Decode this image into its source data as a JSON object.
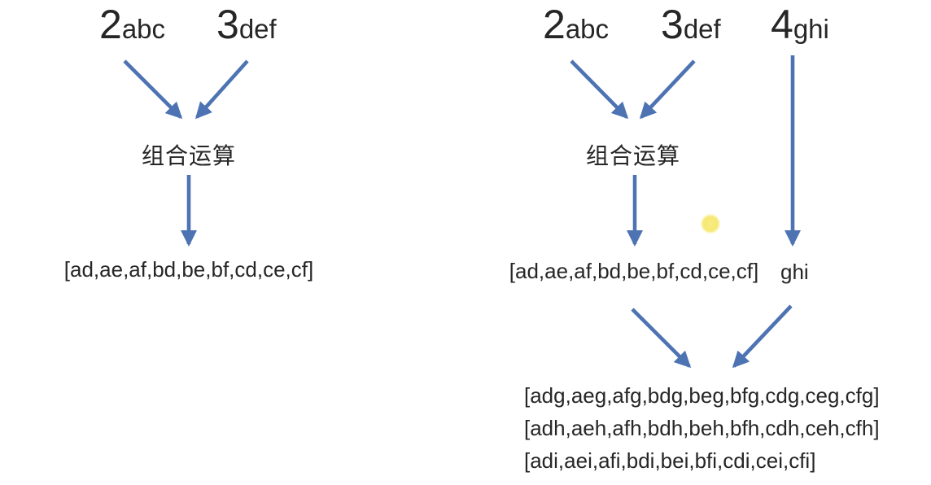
{
  "diagram_title": "combination-operation-diagram",
  "left_panel": {
    "inputs": [
      {
        "count": "2",
        "set": "abc"
      },
      {
        "count": "3",
        "set": "def"
      }
    ],
    "operation_label": "组合运算",
    "result": "[ad,ae,af,bd,be,bf,cd,ce,cf]"
  },
  "right_panel": {
    "inputs": [
      {
        "count": "2",
        "set": "abc"
      },
      {
        "count": "3",
        "set": "def"
      },
      {
        "count": "4",
        "set": "ghi"
      }
    ],
    "operation_label": "组合运算",
    "intermediate_result": "[ad,ae,af,bd,be,bf,cd,ce,cf]",
    "passthrough_label": "ghi",
    "results": [
      "[adg,aeg,afg,bdg,beg,bfg,cdg,ceg,cfg]",
      "[adh,aeh,afh,bdh,beh,bfh,cdh,ceh,cfh]",
      "[adi,aei,afi,bdi,bei,bfi,cdi,cei,cfi]"
    ]
  },
  "colors": {
    "arrow": "#4d73b3",
    "text": "#262626",
    "pointer_dot": "#f6e871"
  }
}
